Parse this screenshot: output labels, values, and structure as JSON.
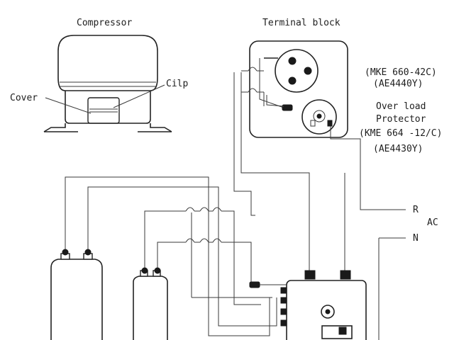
{
  "labels": {
    "compressor": "Compressor",
    "terminal_block": "Terminal block",
    "cover": "Cover",
    "clip": "Cilp",
    "relay_model": "(MKE 660-42C)",
    "relay_code": "(AE4440Y)",
    "overload_line1": "Over load",
    "overload_line2": "Protector",
    "overload_model": "(KME 664 -12/C)",
    "overload_code": "(AE4430Y)",
    "r": "R",
    "ac": "AC",
    "n": "N"
  }
}
